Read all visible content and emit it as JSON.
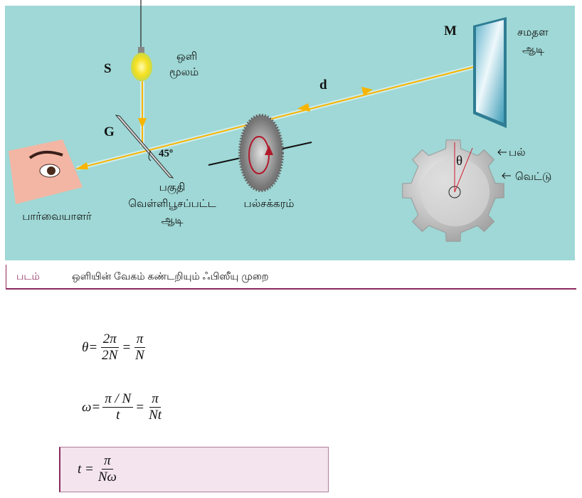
{
  "figure": {
    "labels": {
      "source_letter": "S",
      "source_line1": "ஒளி",
      "source_line2": "மூலம்",
      "distance": "d",
      "mirror_letter": "M",
      "mirror_line1": "சமதள",
      "mirror_line2": "ஆடி",
      "glass_letter": "G",
      "angle": "45º",
      "glass_line1": "பகுதி",
      "glass_line2": "வெள்ளிபூசப்பட்ட",
      "glass_line3": "ஆடி",
      "wheel": "பல்சக்கரம்",
      "observer": "பார்வையாளர்",
      "tooth": "பல்",
      "gap": "வெட்டு",
      "theta": "θ"
    },
    "colors": {
      "background": "#9fd8d6",
      "beam": "#f7b500",
      "caption_accent": "#8b2a5c"
    }
  },
  "caption": {
    "label": "படம்",
    "text": "ஒளியின் வேகம் கண்டறியும் ஃபிஸீயு முறை"
  },
  "equations": {
    "eq1": {
      "lhs": "θ=",
      "n1": "2π",
      "d1": "2N",
      "eq": "=",
      "n2": "π",
      "d2": "N"
    },
    "eq2": {
      "lhs": "ω=",
      "n1": "π / N",
      "d1": "t",
      "eq": "=",
      "n2": "π",
      "d2": "Nt"
    },
    "eq3": {
      "lhs": "t =",
      "n1": "π",
      "d1": "Nω"
    }
  }
}
